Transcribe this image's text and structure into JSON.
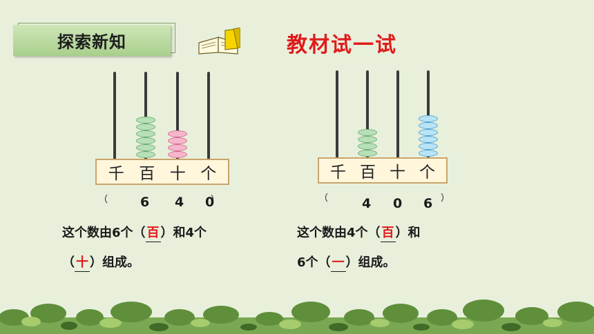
{
  "header": {
    "badge_label": "探索新知"
  },
  "section": {
    "title": "教材试一试"
  },
  "abacus_labels": [
    "千",
    "百",
    "十",
    "个"
  ],
  "example1": {
    "beads": {
      "thousands": 0,
      "hundreds": 6,
      "tens": 4,
      "ones": 0
    },
    "paren_open": "（",
    "paren_close": "）",
    "digits": [
      "6",
      "4",
      "0"
    ],
    "sentence_line1_a": "这个数由6个（",
    "answer1": "百",
    "sentence_line1_b": "）和4个",
    "sentence_line2_a": "（",
    "answer2": "十",
    "sentence_line2_b": "）组成。"
  },
  "example2": {
    "beads": {
      "thousands": 0,
      "hundreds": 4,
      "tens": 0,
      "ones": 6
    },
    "paren_open": "（",
    "paren_close": "）",
    "digits": [
      "4",
      "0",
      "6"
    ],
    "sentence_line1_a": "这个数由4个（",
    "answer1": "百",
    "sentence_line1_b": "）和",
    "sentence_line2_a": "6个（",
    "answer2": "一",
    "sentence_line2_b": "）组成。"
  },
  "colors": {
    "hundreds_bead": "#b8e0b8",
    "tens_bead": "#f6b7cc",
    "ones_bead": "#b9e3f6",
    "answer_text": "#e01b1b",
    "title_text": "#e01b1b"
  }
}
